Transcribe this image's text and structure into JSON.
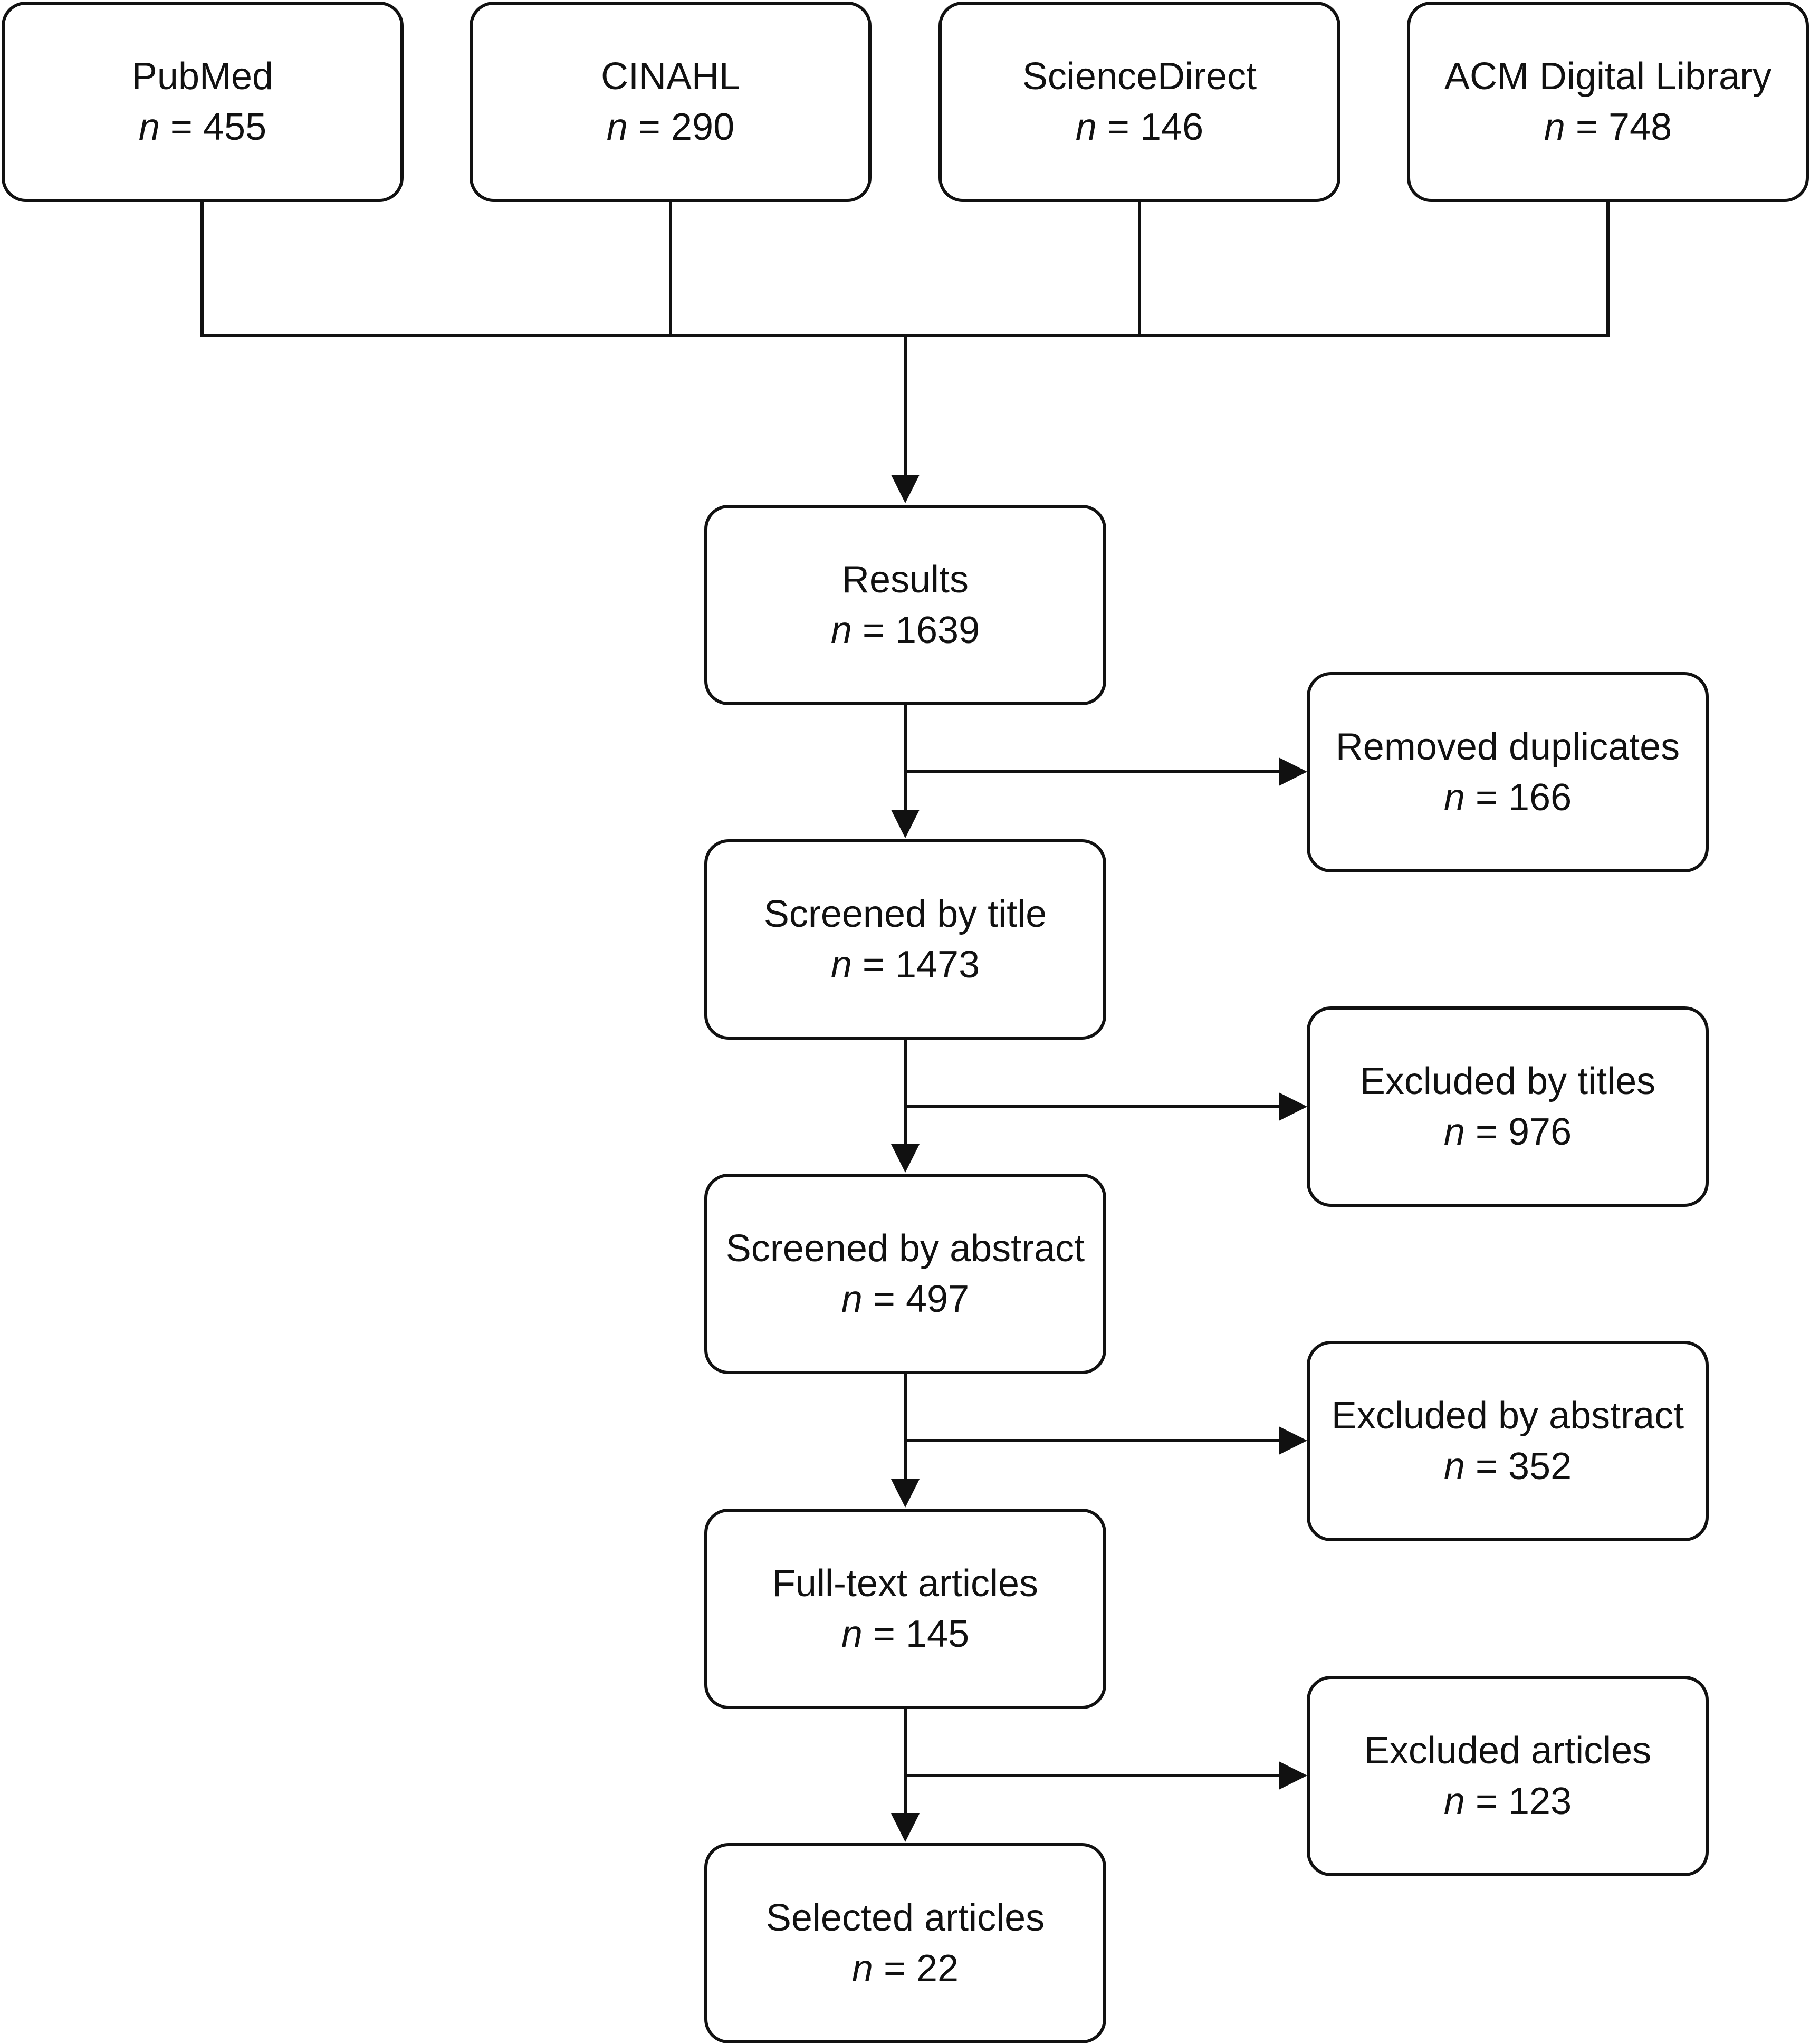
{
  "sources": [
    {
      "label": "PubMed",
      "count": "455"
    },
    {
      "label": "CINAHL",
      "count": "290"
    },
    {
      "label": "ScienceDirect",
      "count": "146"
    },
    {
      "label": "ACM Digital Library",
      "count": "748"
    }
  ],
  "stages": [
    {
      "label": "Results",
      "count": "1639"
    },
    {
      "label": "Screened by title",
      "count": "1473"
    },
    {
      "label": "Screened by abstract",
      "count": "497"
    },
    {
      "label": "Full-text articles",
      "count": "145"
    },
    {
      "label": "Selected articles",
      "count": "22"
    }
  ],
  "exclusions": [
    {
      "label": "Removed duplicates",
      "count": "166"
    },
    {
      "label": "Excluded by titles",
      "count": "976"
    },
    {
      "label": "Excluded by abstract",
      "count": "352"
    },
    {
      "label": "Excluded articles",
      "count": "123"
    }
  ],
  "count_prefix": "n",
  "count_separator": " = "
}
